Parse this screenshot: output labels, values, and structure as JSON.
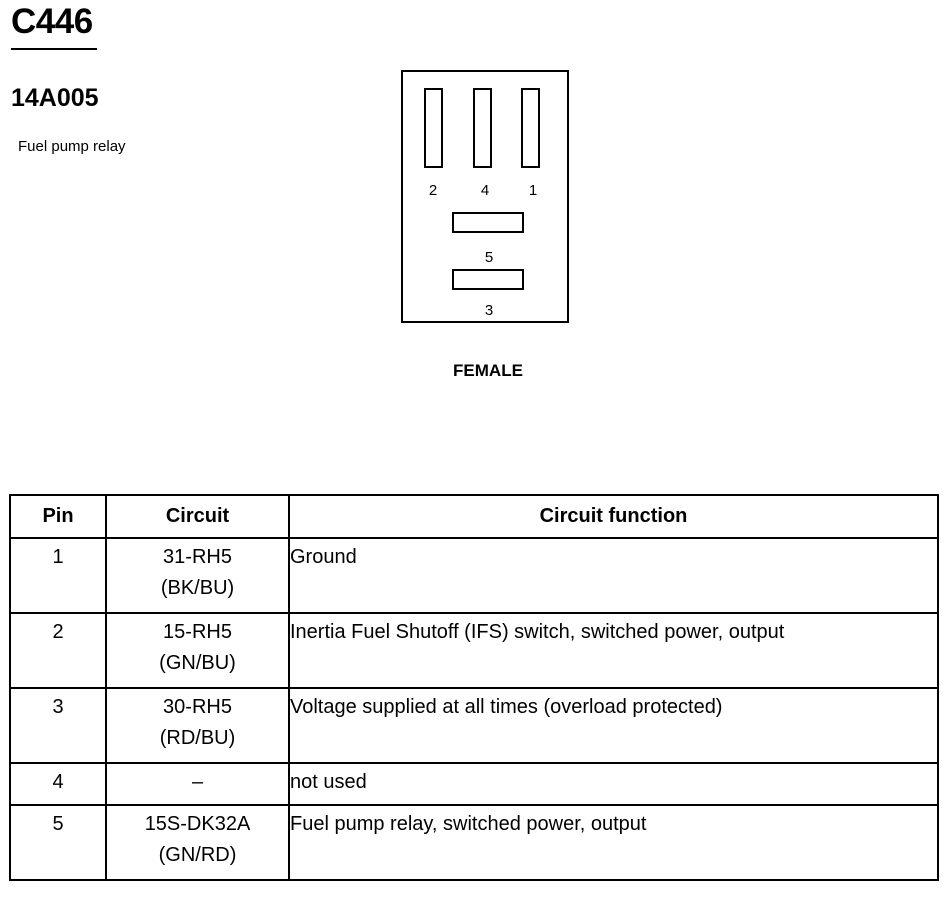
{
  "header": {
    "connector_id": "C446",
    "part_number": "14A005",
    "description": "Fuel pump relay"
  },
  "connector": {
    "gender": "FEMALE",
    "pin_labels": {
      "pin_2": "2",
      "pin_4": "4",
      "pin_1": "1",
      "pin_5": "5",
      "pin_3": "3"
    }
  },
  "table": {
    "headers": {
      "pin": "Pin",
      "circuit": "Circuit",
      "function": "Circuit function"
    },
    "rows": [
      {
        "pin": "1",
        "circuit": "31-RH5",
        "color": "(BK/BU)",
        "function": "Ground"
      },
      {
        "pin": "2",
        "circuit": "15-RH5",
        "color": "(GN/BU)",
        "function": "Inertia Fuel Shutoff (IFS) switch, switched power, output"
      },
      {
        "pin": "3",
        "circuit": "30-RH5",
        "color": "(RD/BU)",
        "function": "Voltage supplied at all times (overload protected)"
      },
      {
        "pin": "4",
        "circuit": "–",
        "color": "",
        "function": "not used"
      },
      {
        "pin": "5",
        "circuit": "15S-DK32A",
        "color": "(GN/RD)",
        "function": "Fuel pump relay, switched power, output"
      }
    ]
  }
}
